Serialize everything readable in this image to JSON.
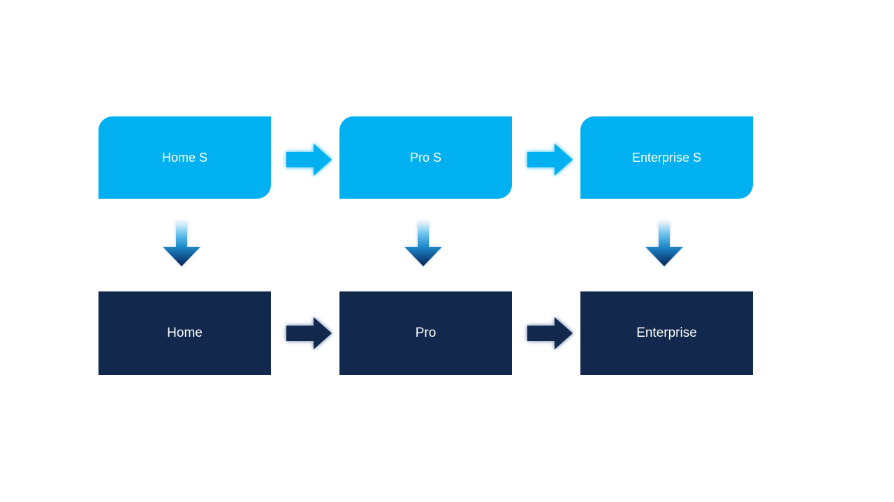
{
  "colors": {
    "background": "#FFFFFF",
    "light_blue": "#00B0F0",
    "dark_navy": "#12294D",
    "label": "#FFFFFF",
    "light_glow": "#7DD6F8",
    "dark_glow": "#8598B6",
    "down_grad_top": "#EAF6FD",
    "down_grad_mid1": "#63BEEA",
    "down_grad_mid2": "#1F8CCB",
    "down_grad_mid3": "#10518D",
    "down_grad_tip": "#0A2452"
  },
  "diagram": {
    "top_row": [
      {
        "label": "Home S"
      },
      {
        "label": "Pro S"
      },
      {
        "label": "Enterprise S"
      }
    ],
    "bottom_row": [
      {
        "label": "Home"
      },
      {
        "label": "Pro"
      },
      {
        "label": "Enterprise"
      }
    ]
  }
}
